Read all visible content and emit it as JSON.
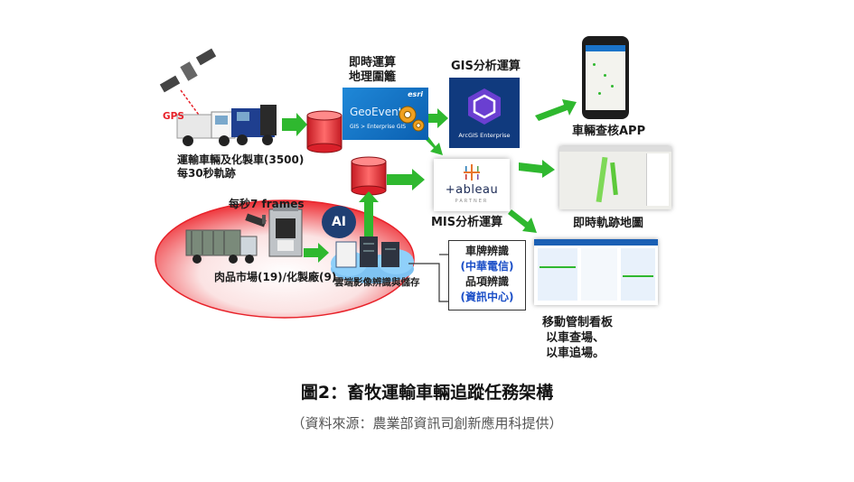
{
  "labels": {
    "gps": "GPS",
    "vehicles_line1": "運輸車輛及化製車(3500)",
    "vehicles_line2": "每30秒軌跡",
    "realtime_line1": "即時運算",
    "realtime_line2": "地理圍籬",
    "gis_analysis": "GIS分析運算",
    "vehicle_app": "車輛查核APP",
    "realtime_map": "即時軌跡地圖",
    "mis_analysis": "MIS分析運算",
    "frames": "每秒7 frames",
    "market": "肉品市場(19)/化製廠(9)",
    "ai": "AI",
    "cloud": "雲端影像辨識與儲存",
    "plate_recog": "車牌辨識",
    "plate_org": "(中華電信)",
    "item_recog": "品項辨識",
    "item_org": "(資訊中心)",
    "board_line1": "移動管制看板",
    "board_line2": "以車查場、",
    "board_line3": "以車追場。"
  },
  "logos": {
    "esri": "esri",
    "geoevent": "GeoEvent",
    "geoevent_sub": "GIS > Enterprise GIS",
    "arcgis": "ArcGIS Enterprise",
    "tableau": "+ableau",
    "tableau_partner": "PARTNER"
  },
  "caption": {
    "title": "圖2：畜牧運輸車輛追蹤任務架構",
    "source": "（資料來源：農業部資訊司創新應用科提供）"
  },
  "colors": {
    "arrow_green": "#2fb82f",
    "ellipse_red": "#e8222a",
    "db_red": "#d9202a",
    "org_blue": "#1a4ec7"
  }
}
